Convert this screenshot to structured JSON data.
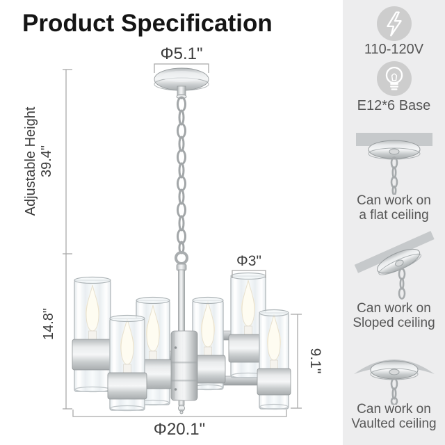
{
  "title": "Product Specification",
  "dimensions": {
    "canopy_diameter": "Φ5.1\"",
    "adjustable_height_line1": "Adjustable Height",
    "adjustable_height_line2": "39.4\"",
    "fixture_height": "14.8\"",
    "shade_diameter": "Φ3\"",
    "shade_height": "9.1\"",
    "overall_diameter": "Φ20.1\""
  },
  "electrical": {
    "voltage": {
      "icon": "lightning-icon",
      "label": "110-120V"
    },
    "bulb": {
      "icon": "bulb-icon",
      "label": "E12*6 Base"
    }
  },
  "ceiling_options": [
    {
      "icon": "flat-ceiling-graphic",
      "line1": "Can work on",
      "line2": "a flat ceiling"
    },
    {
      "icon": "sloped-ceiling-graphic",
      "line1": "Can work on",
      "line2": "Sloped ceiling"
    },
    {
      "icon": "vaulted-ceiling-graphic",
      "line1": "Can work on",
      "line2": "Vaulted ceiling"
    }
  ],
  "colors": {
    "background": "#ffffff",
    "sidebar_bg": "#ededee",
    "icon_circle_bg": "#cdcdcd",
    "ceiling_gray": "#c6c9cb",
    "nickel_light": "#e9ebec",
    "nickel_dark": "#a9adaf",
    "dimension_line": "#a9a9a9",
    "dimension_text": "#3d3d3d",
    "label_text": "#565656"
  }
}
